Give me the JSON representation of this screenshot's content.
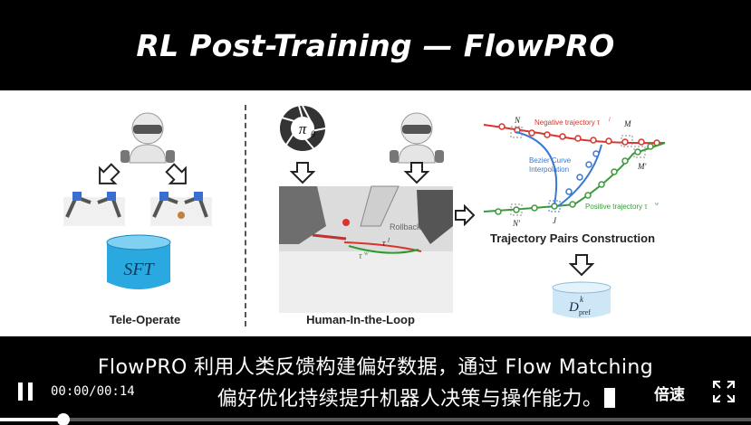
{
  "player": {
    "title": "RL Post-Training — FlowPRO",
    "subtitle_line1": "FlowPRO 利用人类反馈构建偏好数据，通过 Flow Matching",
    "subtitle_line2": "偏好优化持续提升机器人决策与操作能力。",
    "time": "00:00/00:14",
    "speed_label": "倍速",
    "progress": 0.085,
    "accent": "#ffffff"
  },
  "slide": {
    "panels": {
      "teleop_label": "Tele-Operate",
      "sft_label": "SFT",
      "hitl_label": "Human-In-the-Loop",
      "policy_symbol": "π",
      "policy_subscript": "θ",
      "rollback_label": "Rollback",
      "tau_l": "τ",
      "tau_l_sup": "l",
      "tau_w": "τ",
      "tau_w_sup": "w",
      "traj_label": "Trajectory Pairs Construction",
      "negative_label": "Negative trajectory τ",
      "negative_sup": "l",
      "positive_label": "Positive trajectory τ",
      "positive_sup": "w",
      "bezier_label_1": "Bezier Curve",
      "bezier_label_2": "Interpolation",
      "point_n": "N",
      "point_m": "M",
      "point_m_prime": "M'",
      "point_n_prime": "N'",
      "point_j": "J",
      "dataset_letter": "D",
      "dataset_sup": "k",
      "dataset_sub": "pref"
    },
    "colors": {
      "negative": "#d9342b",
      "positive": "#3a9a3a",
      "bezier": "#3b78d0",
      "sft_fill": "#2aa8e0"
    }
  }
}
